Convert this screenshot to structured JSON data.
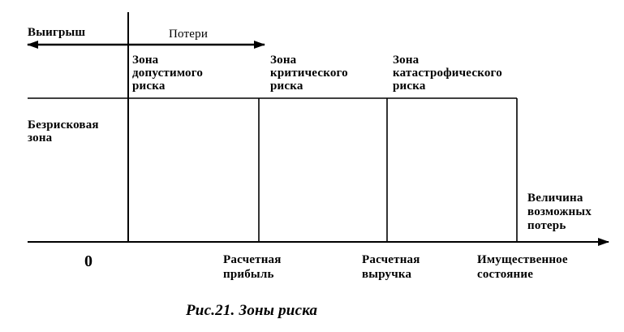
{
  "diagram": {
    "gain_label": "Выигрыш",
    "loss_label": "Потери",
    "zones": [
      {
        "label": "Зона\nдопустимого\nриска"
      },
      {
        "label": "Зона\nкритического\nриска"
      },
      {
        "label": "Зона\nкатастрофического\nриска"
      }
    ],
    "riskless_zone_label": "Безрисковая\nзона",
    "loss_magnitude_label": "Величина\nвозможных\nпотерь",
    "axis_points": [
      {
        "label": "0"
      },
      {
        "label": "Расчетная\nприбыль"
      },
      {
        "label": "Расчетная\nвыручка"
      },
      {
        "label": "Имущественное\nсостояние"
      }
    ]
  },
  "caption": "Рис.21. Зоны риска"
}
